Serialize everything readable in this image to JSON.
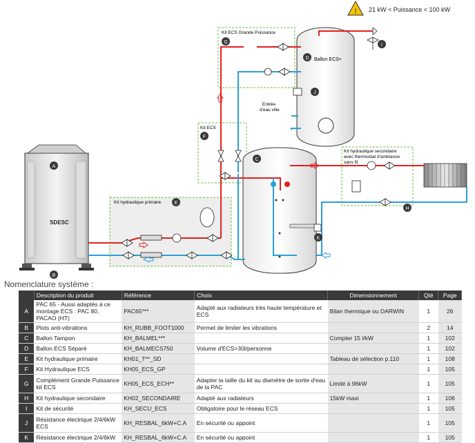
{
  "header": {
    "warning": "21 kW < Puissance < 100 kW",
    "warning_color": "#f2c200"
  },
  "diagram": {
    "heat_pump_brand": "SDESC",
    "labels": {
      "kit_ecs_gp": "Kit ECS Grande Puissance",
      "ballon_ecs": "Ballon ECS+",
      "entree_eau_1": "Entrée",
      "entree_eau_2": "d'eau ville",
      "kit_ecs": "Kit ECS",
      "kit_hyd_primaire": "Kit hydraulique primaire",
      "kit_hyd_sec_1": "Kit hydraulique secondaire",
      "kit_hyd_sec_2": "avec thermostat d'ambiance",
      "kit_hyd_sec_3": "sans fil"
    },
    "markers": [
      "A",
      "B",
      "C",
      "D",
      "E",
      "F",
      "G",
      "H",
      "I",
      "J",
      "K"
    ],
    "colors": {
      "hot": "#e02020",
      "cold": "#2a9fd6",
      "kit_border": "#6bbf3a",
      "marker": "#3a3a3a"
    }
  },
  "nomenclature": {
    "title": "Nomenclature système :",
    "headers": [
      "",
      "Description du produit",
      "Référence",
      "Choix",
      "Dimensionnement",
      "Qté",
      "Page"
    ],
    "rows": [
      {
        "letter": "A",
        "desc": "PAC 65 - Aussi adaptés à ce mon­tage ECS : PAC 80, PACAO (HT)",
        "ref": "PAC65***",
        "choix": "Adapté aux radiateurs très haute température et ECS",
        "dim": "Bilan thermique ou DARWIN",
        "qty": "1",
        "page": "26"
      },
      {
        "letter": "B",
        "desc": "Plots anti-vibrations",
        "ref": "KH_RUBB_FOOT1000",
        "choix": "Permet de limiter les vibrations",
        "dim": "",
        "qty": "2",
        "page": "14"
      },
      {
        "letter": "C",
        "desc": "Ballon Tampon",
        "ref": "KH_BALMEL***",
        "choix": "",
        "dim": "Compter 15 l/kW",
        "qty": "1",
        "page": "102"
      },
      {
        "letter": "D",
        "desc": "Ballon ECS Séparé",
        "ref": "KH_BALMECS750",
        "choix": "Volume d'ECS>30l/personne",
        "dim": "",
        "qty": "1",
        "page": "102"
      },
      {
        "letter": "E",
        "desc": "Kit hydraulique primaire",
        "ref": "KH01_T**_SD",
        "choix": "",
        "dim": "Tableau de sélection p.110",
        "qty": "1",
        "page": "108"
      },
      {
        "letter": "F",
        "desc": "Kit Hydraulique ECS",
        "ref": "KH05_ECS_GP",
        "choix": "",
        "dim": "",
        "qty": "1",
        "page": "105"
      },
      {
        "letter": "G",
        "desc": "Complément Grande Puis­sance kit ECS",
        "ref": "KH05_ECS_ECH**",
        "choix": "Adapter la taille du kit au diamètre de sortie d'eau de la PAC",
        "dim": "Limité à 96kW",
        "qty": "1",
        "page": "105"
      },
      {
        "letter": "H",
        "desc": "Kit hydraulique secondaire",
        "ref": "KH02_SECONDAIRE",
        "choix": "Adapté aux radiateurs",
        "dim": "15kW maxi",
        "qty": "1",
        "page": "106"
      },
      {
        "letter": "I",
        "desc": "Kit de sécurité",
        "ref": "KH_SECU_ECS",
        "choix": "Obligatoire pour le réseau ECS",
        "dim": "",
        "qty": "1",
        "page": "105"
      },
      {
        "letter": "J",
        "desc": "Résistance électrique 2/4/6kW ECS",
        "ref": "KH_RESBAL_6kW+C.A",
        "choix": "En sécurité ou appoint",
        "dim": "",
        "qty": "1",
        "page": "105"
      },
      {
        "letter": "K",
        "desc": "Résistance électrique 2/4/6kW",
        "ref": "KH_RESBAL_6kW+C.A",
        "choix": "En sécurité ou appoint",
        "dim": "",
        "qty": "1",
        "page": "105"
      }
    ]
  }
}
